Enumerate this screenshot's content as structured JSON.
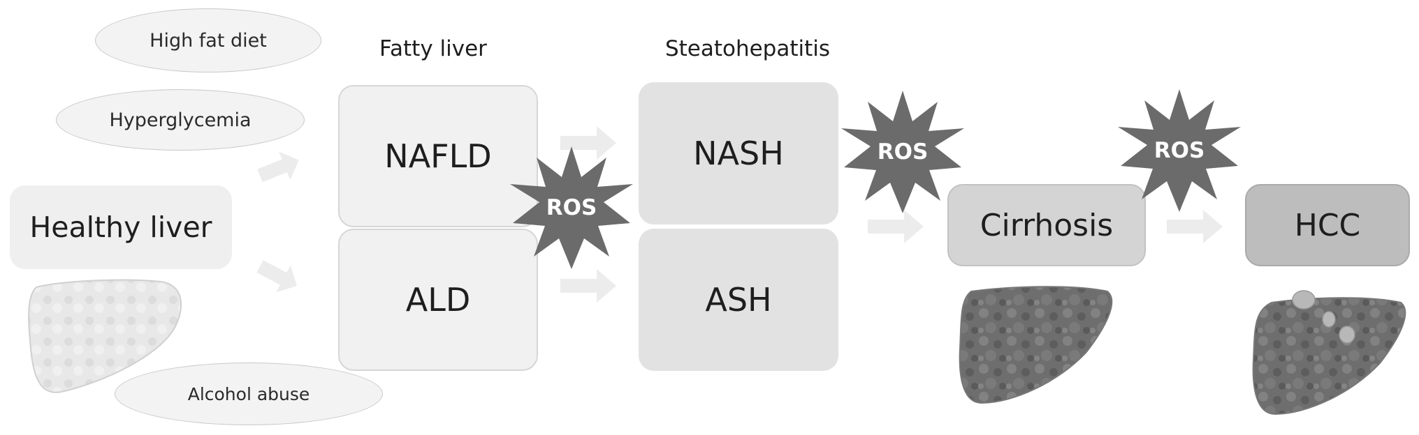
{
  "diagram": {
    "risk_factors": {
      "high_fat_diet": "High fat diet",
      "hyperglycemia": "Hyperglycemia",
      "alcohol_abuse": "Alcohol abuse"
    },
    "headings": {
      "fatty_liver": "Fatty liver",
      "steatohepatitis": "Steatohepatitis"
    },
    "stages": {
      "healthy_liver": "Healthy liver",
      "nafld": "NAFLD",
      "ald": "ALD",
      "nash": "NASH",
      "ash": "ASH",
      "cirrhosis": "Cirrhosis",
      "hcc": "HCC"
    },
    "ros_label": "ROS",
    "colors": {
      "box_light": "#efefef",
      "box_mid": "#dedede",
      "box_cirrhosis": "#d2d2d2",
      "box_hcc": "#bdbdbd",
      "star": "#6b6b6b",
      "arrow": "#ececec",
      "liver_healthy": "#e6e6e6",
      "liver_diseased": "#6a6a6a"
    },
    "icons": [
      "flow-arrow-icon",
      "ros-burst-icon",
      "healthy-liver-icon",
      "cirrhotic-liver-icon",
      "hcc-liver-icon"
    ]
  }
}
